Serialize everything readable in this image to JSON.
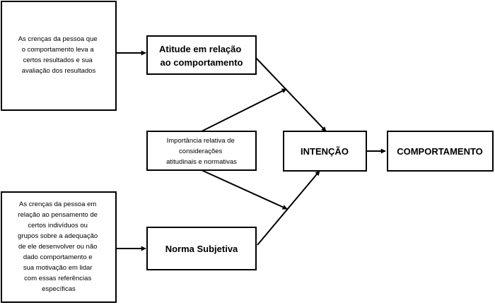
{
  "diagram": {
    "crencas_resultados": [
      "As crenças da pessoa que",
      "o comportamento leva a",
      "certos resultados e sua",
      "avaliação dos resultados"
    ],
    "atitude": [
      "Atitude em relação",
      "ao comportamento"
    ],
    "importancia_relativa": [
      "Importância relativa de",
      "considerações",
      "atitudinais e normativas"
    ],
    "crencas_normativas": [
      "As crenças da pessoa em",
      "relação ao pensamento de",
      "certos indivíduos ou",
      "grupos sobre a adequação",
      "de ele desenvolver ou não",
      "dado comportamento e",
      "sua motivação em lidar",
      "com essas referências",
      "específicas"
    ],
    "norma_subjetiva": "Norma Subjetiva",
    "intencao": "INTENÇÃO",
    "comportamento": "COMPORTAMENTO"
  }
}
